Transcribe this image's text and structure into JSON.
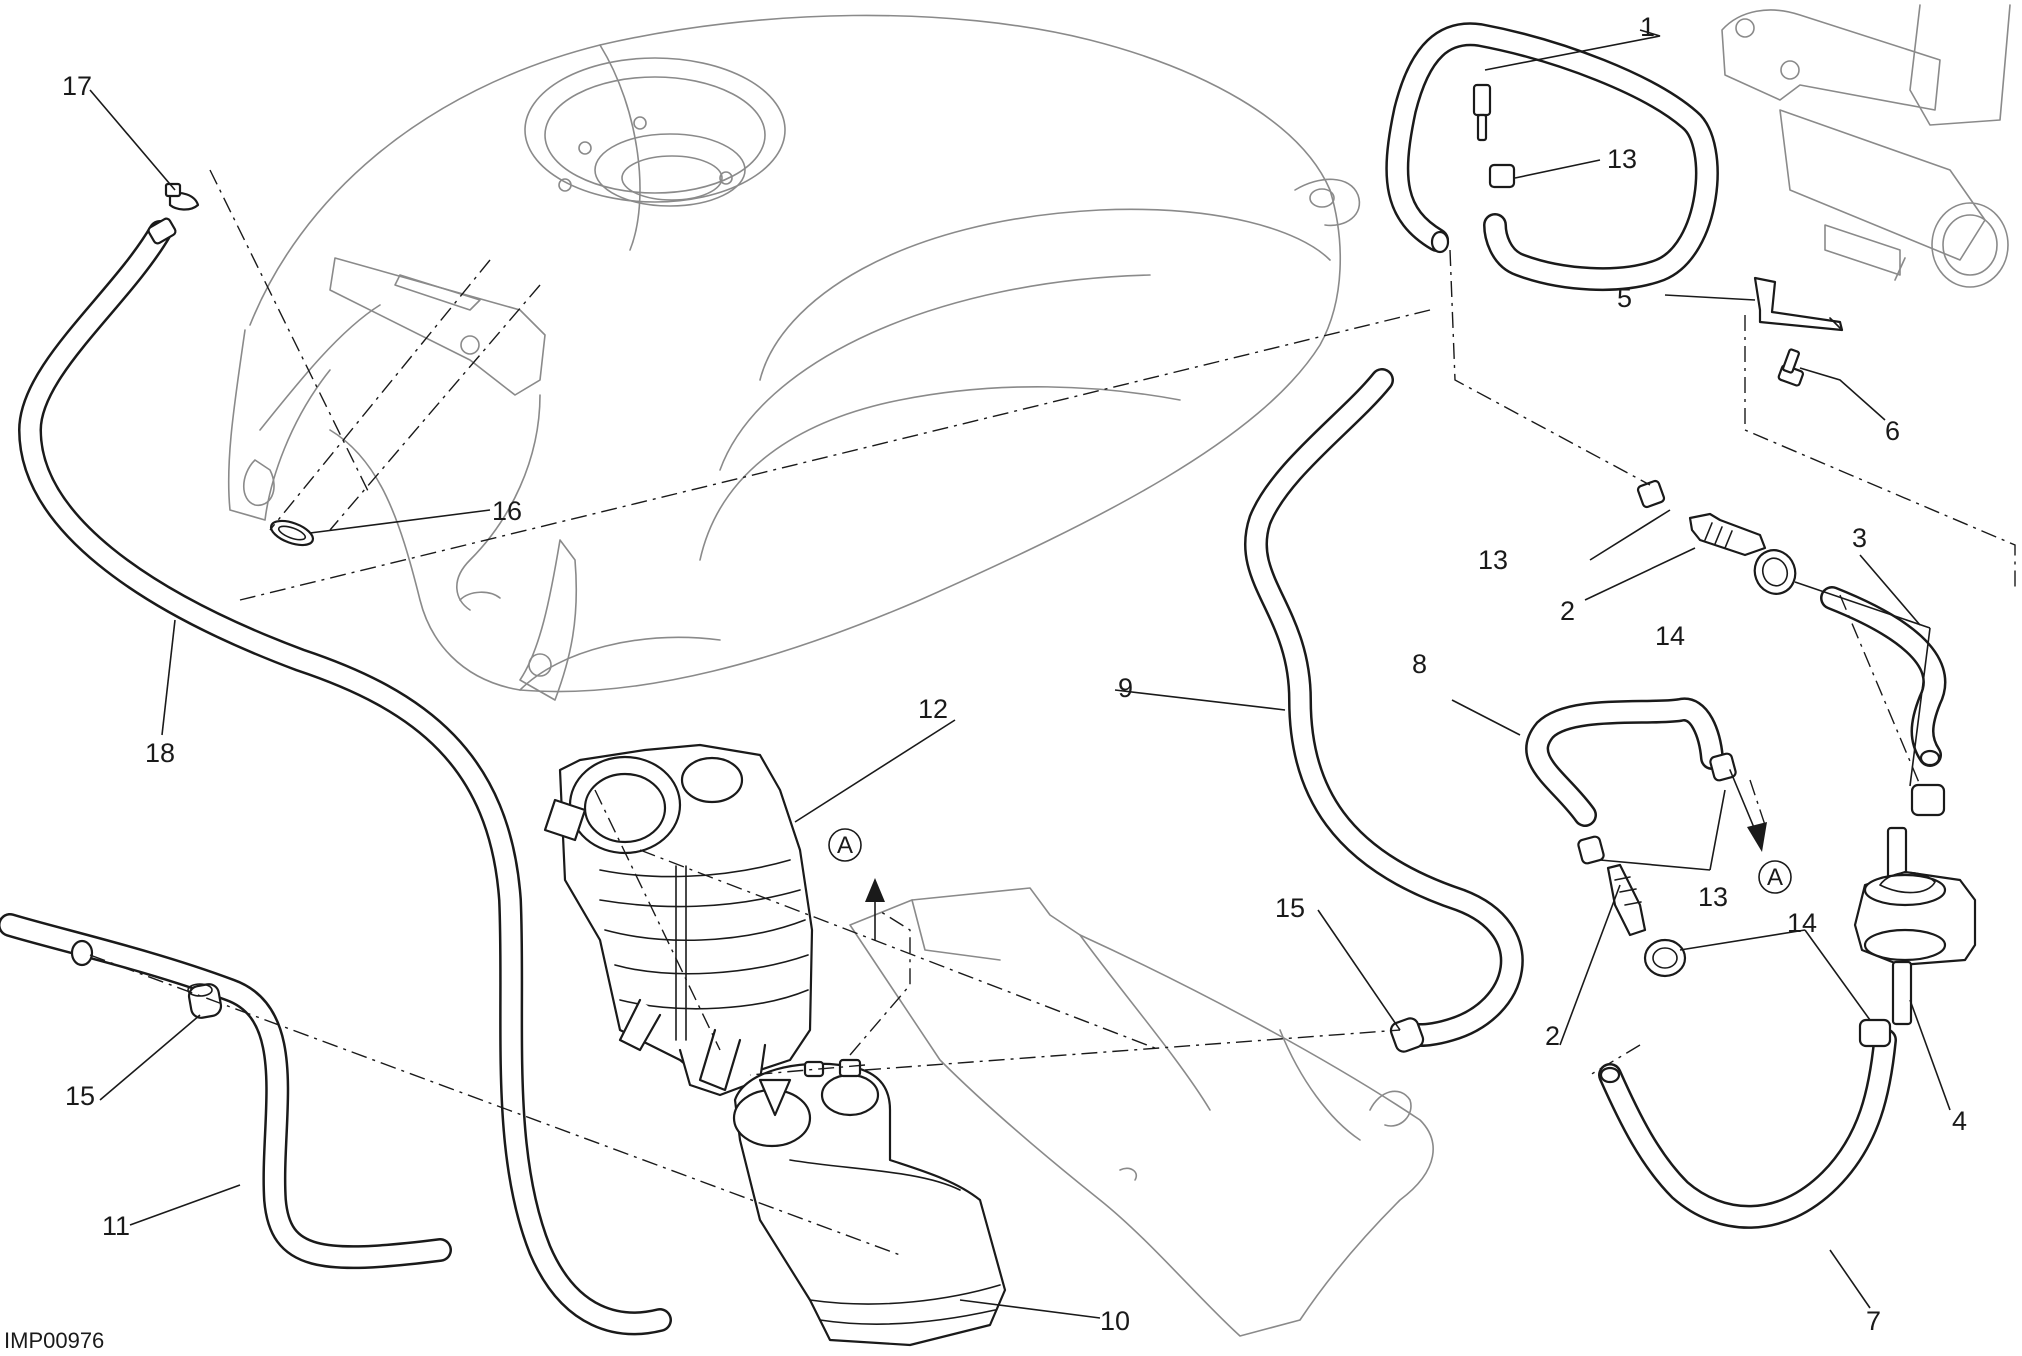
{
  "diagram": {
    "drawing_code": "IMP00976",
    "reference_marker": "A",
    "callouts": [
      {
        "id": "c1",
        "label": "1"
      },
      {
        "id": "c2a",
        "label": "2"
      },
      {
        "id": "c2b",
        "label": "2"
      },
      {
        "id": "c3",
        "label": "3"
      },
      {
        "id": "c4",
        "label": "4"
      },
      {
        "id": "c5",
        "label": "5"
      },
      {
        "id": "c6",
        "label": "6"
      },
      {
        "id": "c7",
        "label": "7"
      },
      {
        "id": "c8",
        "label": "8"
      },
      {
        "id": "c9",
        "label": "9"
      },
      {
        "id": "c10",
        "label": "10"
      },
      {
        "id": "c11",
        "label": "11"
      },
      {
        "id": "c12",
        "label": "12"
      },
      {
        "id": "c13a",
        "label": "13"
      },
      {
        "id": "c13b",
        "label": "13"
      },
      {
        "id": "c13c",
        "label": "13"
      },
      {
        "id": "c14a",
        "label": "14"
      },
      {
        "id": "c14b",
        "label": "14"
      },
      {
        "id": "c15a",
        "label": "15"
      },
      {
        "id": "c15b",
        "label": "15"
      },
      {
        "id": "c16",
        "label": "16"
      },
      {
        "id": "c17",
        "label": "17"
      },
      {
        "id": "c18",
        "label": "18"
      }
    ]
  }
}
